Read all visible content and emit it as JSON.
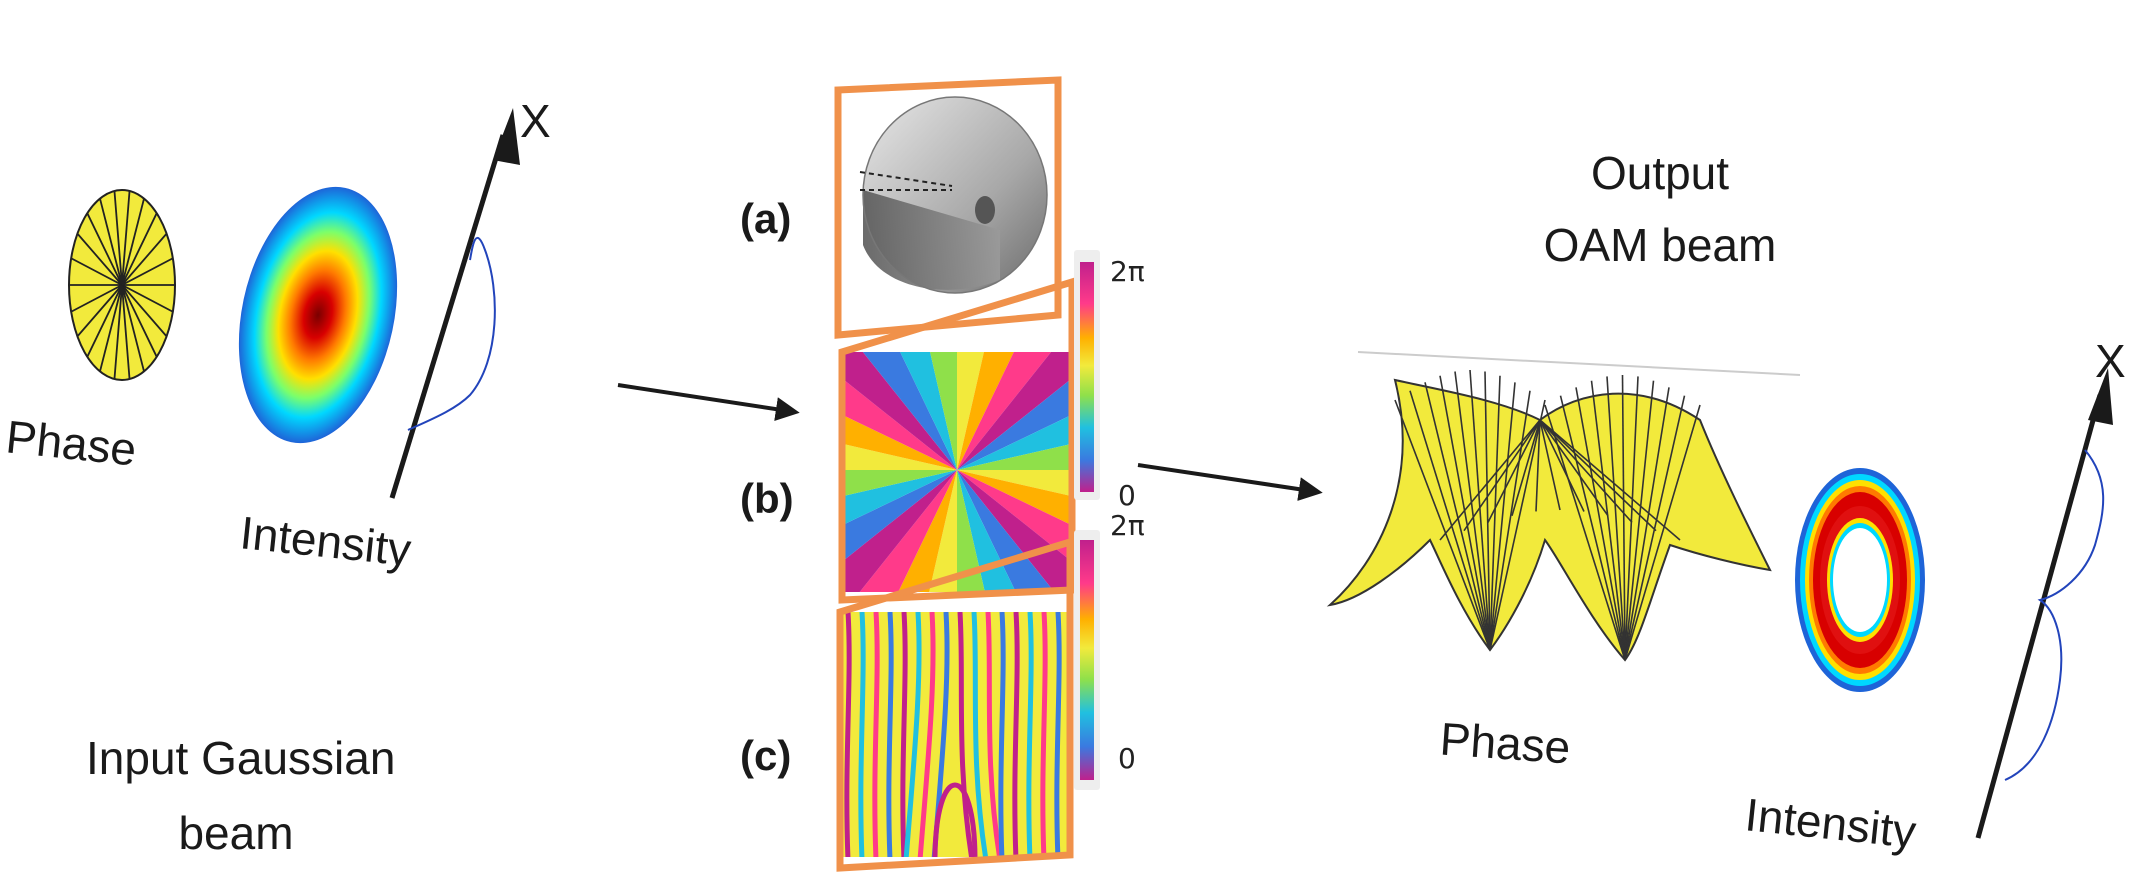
{
  "input": {
    "phase_label": "Phase",
    "intensity_label": "Intensity",
    "axis_label": "X",
    "caption_line1": "Input Gaussian",
    "caption_line2": "beam"
  },
  "panels": {
    "a": "(a)",
    "b": "(b)",
    "c": "(c)"
  },
  "colorbars": {
    "b_top": "2π",
    "b_bottom": "0",
    "c_top": "2π",
    "c_bottom": "0"
  },
  "output": {
    "title_line1": "Output",
    "title_line2": "OAM beam",
    "phase_label": "Phase",
    "intensity_label": "Intensity",
    "axis_label": "X"
  },
  "colors": {
    "frame_orange": "#f0914a",
    "phase_yellow": "#f2ea3c",
    "arrow": "#1a1a1a",
    "profile_blue": "#2244bb"
  }
}
